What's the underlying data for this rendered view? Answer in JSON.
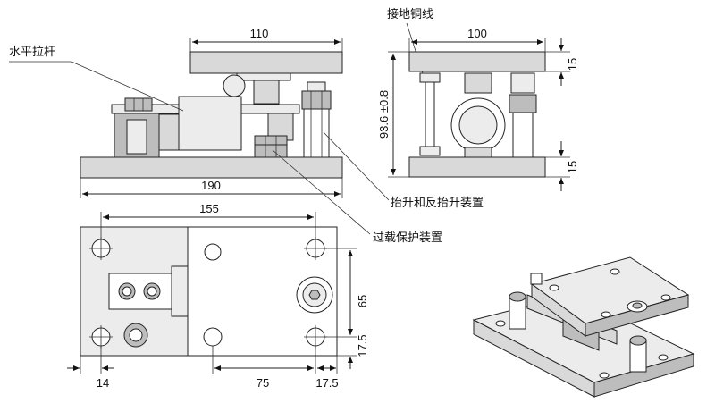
{
  "labels": {
    "horizontal_rod": "水平拉杆",
    "ground_copper_wire": "接地铜线",
    "lift_anti_lift": "抬升和反抬升装置",
    "overload_protection": "过载保护装置"
  },
  "dimensions": {
    "top_width_front": "110",
    "top_width_side": "100",
    "base_width_front": "190",
    "height_side": "93.6 ±0.8",
    "top_plate_thk": "15",
    "base_plate_thk": "15",
    "hole_span_x": "155",
    "hole_span_y": "65",
    "hole_offset_y": "17.5",
    "hole_offset_x_left": "14",
    "hole_span_x2": "75",
    "hole_offset_x_right": "17.5"
  }
}
